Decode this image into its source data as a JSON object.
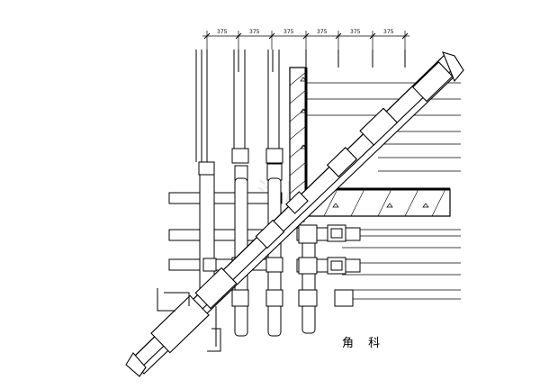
{
  "drawing": {
    "title": "角 科",
    "dimension_labels": [
      "375",
      "375",
      "375",
      "375",
      "375",
      "375"
    ]
  }
}
